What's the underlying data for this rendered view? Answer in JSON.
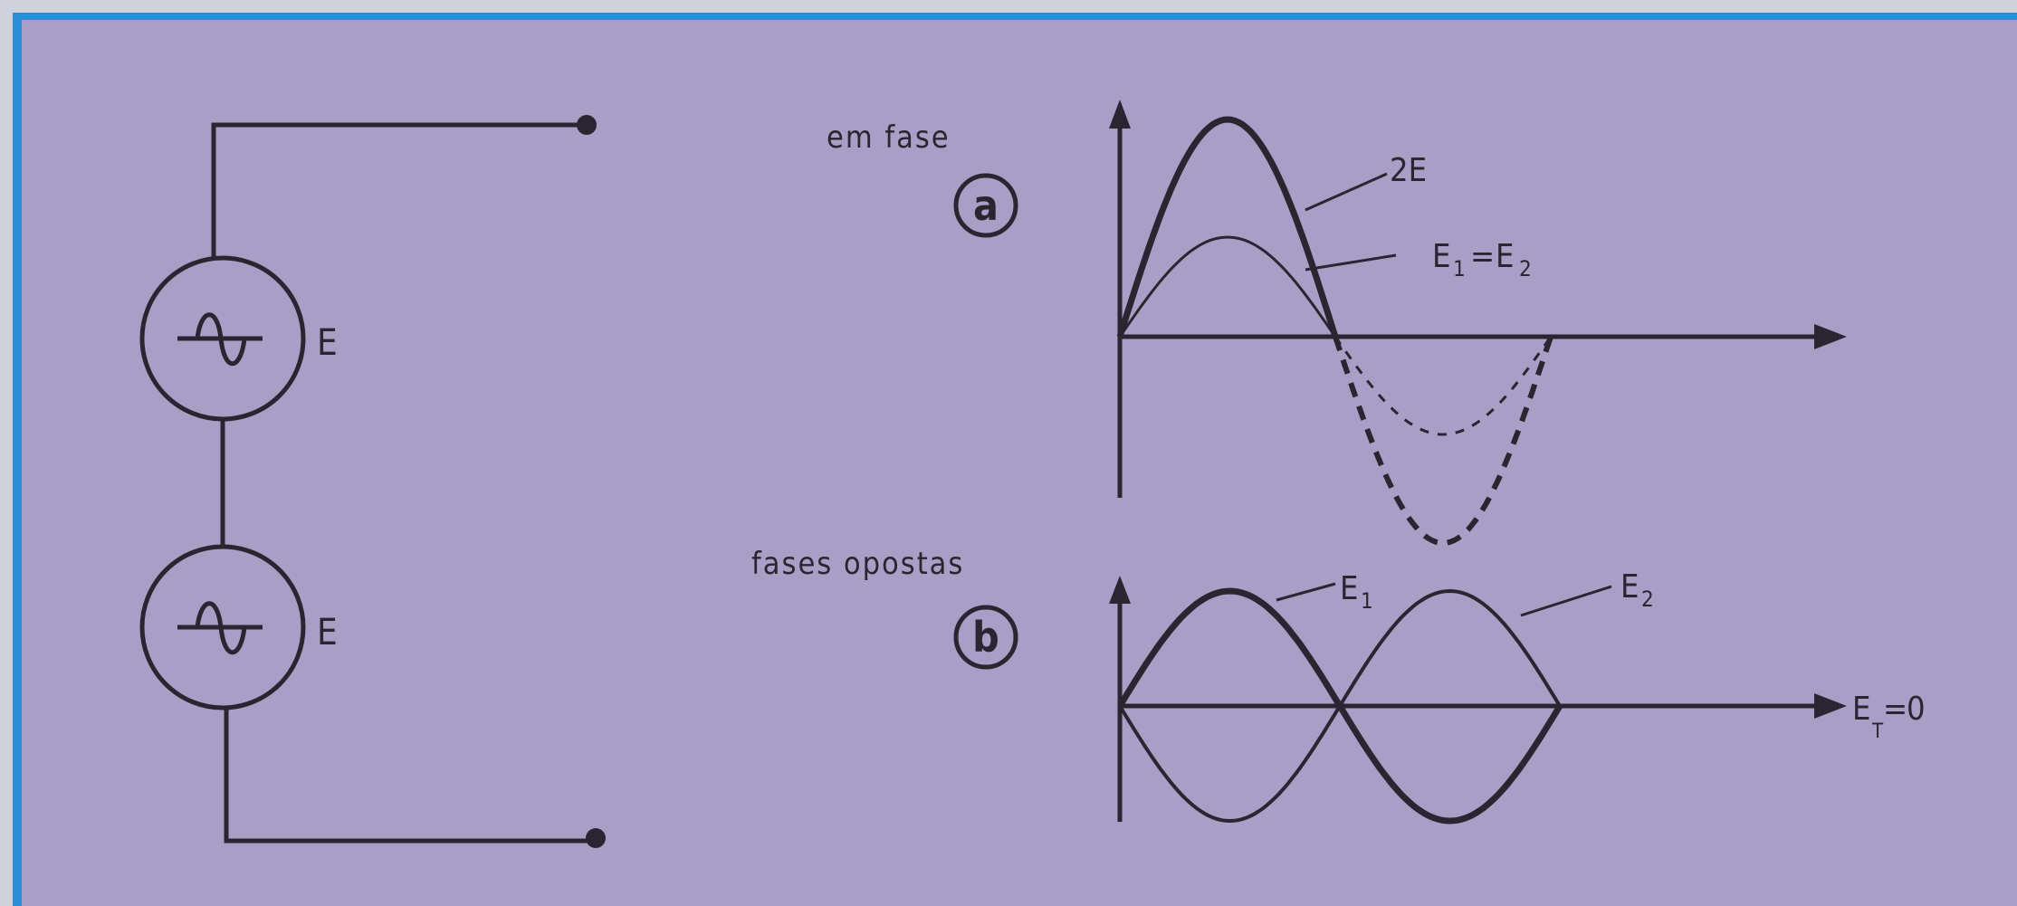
{
  "colors": {
    "frame": "#2a8fd6",
    "panel": "#a89fc6",
    "ink": "#2a2530",
    "paper": "#cfd2dc"
  },
  "circuit": {
    "source_top_label": "E",
    "source_bottom_label": "E",
    "source_icon": "sine-wave-icon"
  },
  "graph_a": {
    "title": "em fase",
    "badge": "a",
    "label_sum": "2E",
    "label_each": "E",
    "label_each_sub1": "1",
    "label_eq": "=",
    "label_each2": "E",
    "label_each_sub2": "2"
  },
  "graph_b": {
    "title": "fases opostas",
    "badge": "b",
    "label_e1": "E",
    "label_e1_sub": "1",
    "label_e2": "E",
    "label_e2_sub": "2",
    "label_result": "E",
    "label_result_sub": "T",
    "label_result_eq": "=",
    "label_result_val": "0"
  }
}
